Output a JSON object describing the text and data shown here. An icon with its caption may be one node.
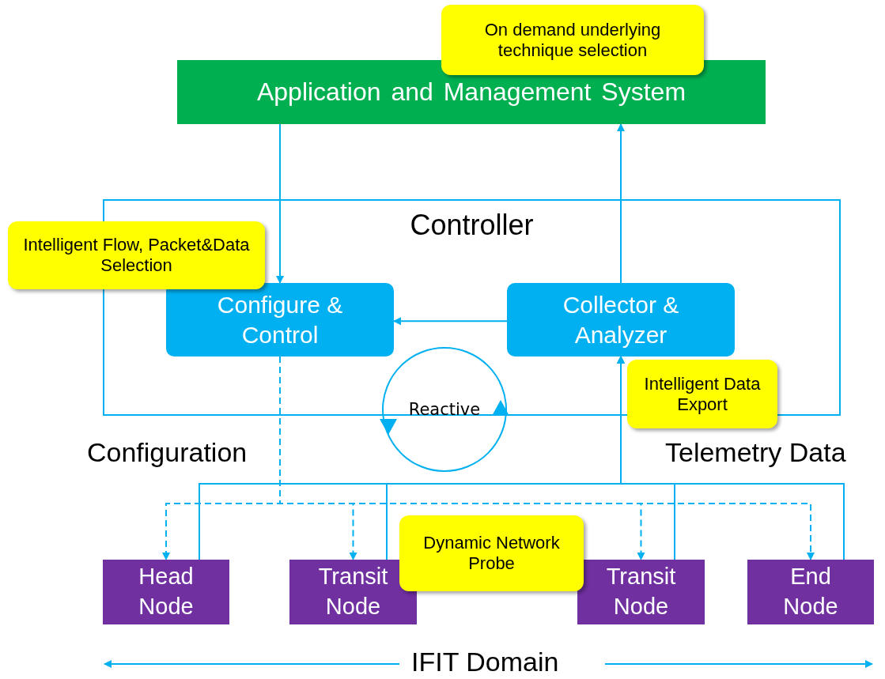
{
  "diagram": {
    "nodes": [
      {
        "text": [
          "Application and Management System"
        ]
      },
      {
        "text": [
          "On demand underlying technique selection"
        ]
      },
      {
        "text": [
          "Controller"
        ]
      },
      {
        "text": [
          "Configure & Control"
        ],
        "in": 2
      },
      {
        "text": [
          "Collector & Analyzer"
        ],
        "in": 2
      },
      {
        "text": [
          "Intelligent Flow, Packet&Data Selection"
        ]
      },
      {
        "text": [
          "Intelligent Data Export"
        ]
      },
      {
        "text": [
          "Reactive"
        ]
      },
      {
        "text": [
          "Head Node"
        ]
      },
      {
        "text": [
          "Transit Node"
        ]
      },
      {
        "text": [
          "Dynamic Network Probe"
        ]
      },
      {
        "text": [
          "Transit Node"
        ]
      },
      {
        "text": [
          "End Node"
        ]
      }
    ],
    "edges": [
      {
        "from": 0,
        "to": 3,
        "arrow": "to"
      },
      {
        "from": 4,
        "to": 0,
        "arrow": "to"
      },
      {
        "from": 4,
        "to": 3,
        "arrow": "to"
      },
      {
        "from": 3,
        "to": 8,
        "arrow": "to",
        "style": "dashed"
      },
      {
        "from": 3,
        "to": 9,
        "arrow": "to",
        "style": "dashed"
      },
      {
        "from": 3,
        "to": 11,
        "arrow": "to",
        "style": "dashed"
      },
      {
        "from": 3,
        "to": 12,
        "arrow": "to",
        "style": "dashed"
      },
      {
        "from": 8,
        "to": 4,
        "arrow": "to"
      },
      {
        "from": 9,
        "to": 4,
        "arrow": "to"
      },
      {
        "from": 11,
        "to": 4,
        "arrow": "to"
      },
      {
        "from": 12,
        "to": 4,
        "arrow": "to"
      }
    ],
    "labels": [
      "Configuration",
      "Telemetry Data",
      "IFIT Domain"
    ]
  }
}
